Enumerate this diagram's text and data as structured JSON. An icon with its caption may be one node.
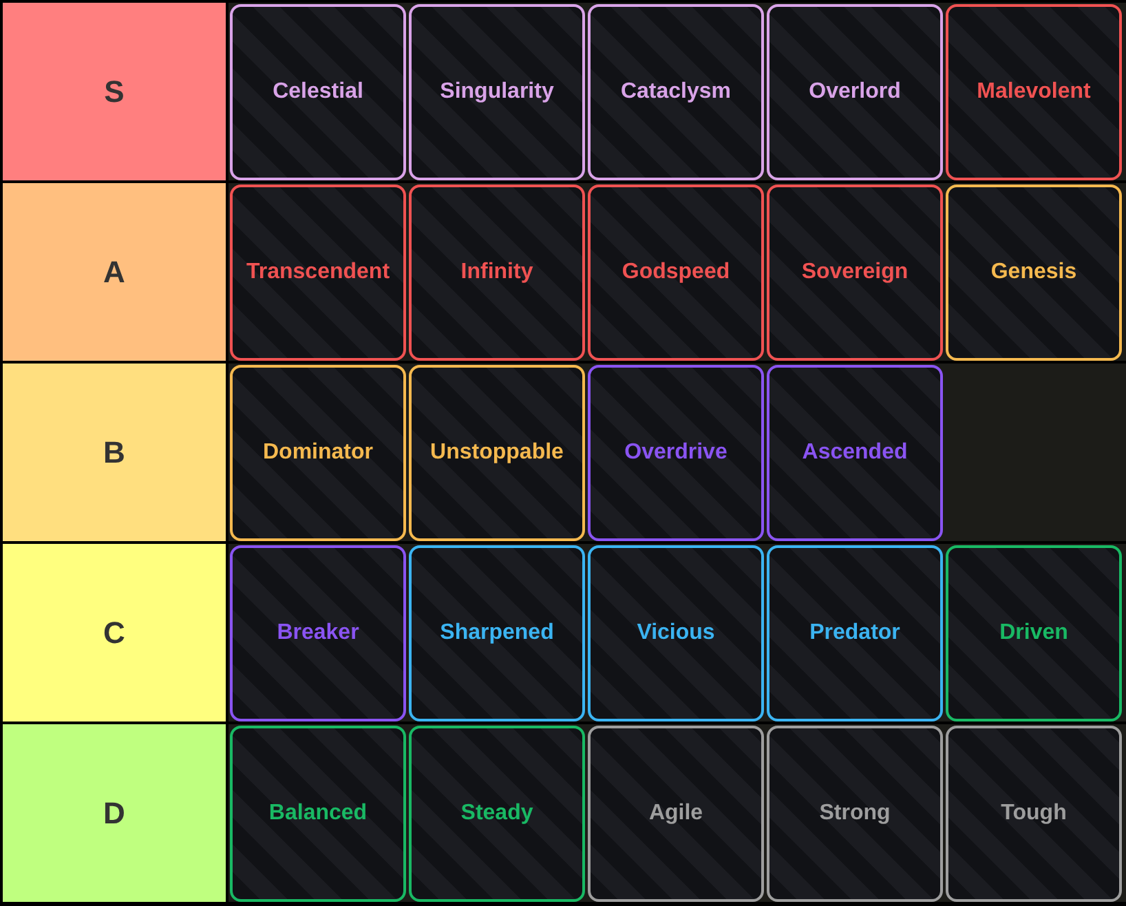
{
  "diagram": {
    "nodes": [
      {
        "text": [
          "S"
        ]
      },
      {
        "text": [
          "Celestial"
        ]
      },
      {
        "text": [
          "Singularity"
        ]
      },
      {
        "text": [
          "Cataclysm"
        ]
      },
      {
        "text": [
          "Overlord"
        ]
      },
      {
        "text": [
          "Malevolent"
        ]
      },
      {
        "text": [
          "A"
        ]
      },
      {
        "text": [
          "Transcendent"
        ]
      },
      {
        "text": [
          "Infinity"
        ]
      },
      {
        "text": [
          "Godspeed"
        ]
      },
      {
        "text": [
          "Sovereign"
        ]
      },
      {
        "text": [
          "Genesis"
        ]
      },
      {
        "text": [
          "B"
        ]
      },
      {
        "text": [
          "Dominator"
        ]
      },
      {
        "text": [
          "Unstoppable"
        ]
      },
      {
        "text": [
          "Overdrive"
        ]
      },
      {
        "text": [
          "Ascended"
        ]
      },
      {
        "text": [
          "C"
        ]
      },
      {
        "text": [
          "Breaker"
        ]
      },
      {
        "text": [
          "Sharpened"
        ]
      },
      {
        "text": [
          "Vicious"
        ]
      },
      {
        "text": [
          "Predator"
        ]
      },
      {
        "text": [
          "Driven"
        ]
      },
      {
        "text": [
          "D"
        ]
      },
      {
        "text": [
          "Balanced"
        ]
      },
      {
        "text": [
          "Steady"
        ]
      },
      {
        "text": [
          "Agile"
        ]
      },
      {
        "text": [
          "Strong"
        ]
      },
      {
        "text": [
          "Tough"
        ]
      }
    ]
  }
}
